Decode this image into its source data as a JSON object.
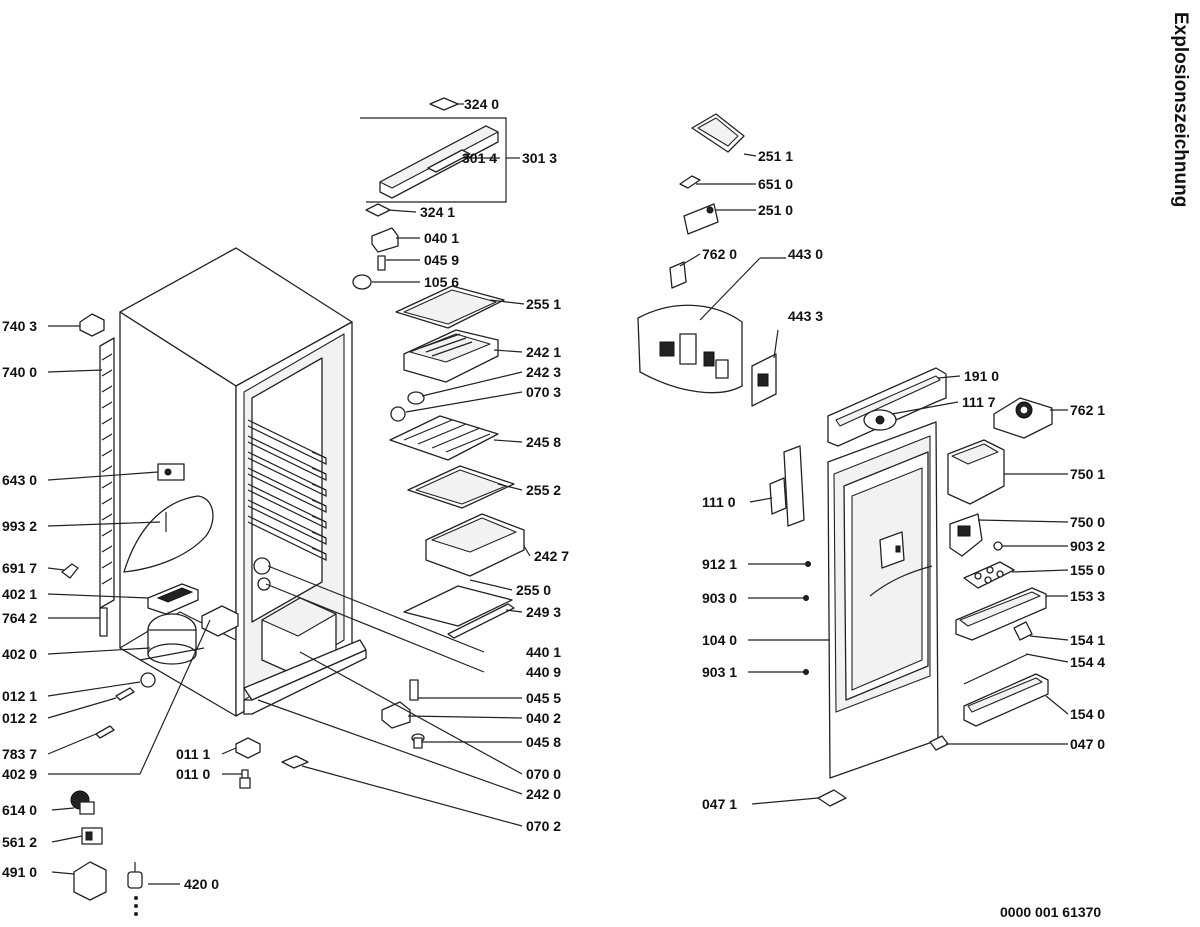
{
  "diagram": {
    "title": "Explosionszeichnung",
    "document_number": "0000 001 61370",
    "labels": [
      {
        "id": "p3240",
        "text": "324 0"
      },
      {
        "id": "p3014",
        "text": "301 4"
      },
      {
        "id": "p3013",
        "text": "301 3"
      },
      {
        "id": "p3241",
        "text": "324 1"
      },
      {
        "id": "p0401",
        "text": "040 1"
      },
      {
        "id": "p0459",
        "text": "045 9"
      },
      {
        "id": "p1056",
        "text": "105 6"
      },
      {
        "id": "p2551",
        "text": "255 1"
      },
      {
        "id": "p2421",
        "text": "242 1"
      },
      {
        "id": "p2423",
        "text": "242 3"
      },
      {
        "id": "p0703",
        "text": "070 3"
      },
      {
        "id": "p2458",
        "text": "245 8"
      },
      {
        "id": "p2552",
        "text": "255 2"
      },
      {
        "id": "p2427",
        "text": "242 7"
      },
      {
        "id": "p2550",
        "text": "255 0"
      },
      {
        "id": "p2493",
        "text": "249 3"
      },
      {
        "id": "p4401",
        "text": "440 1"
      },
      {
        "id": "p4409",
        "text": "440 9"
      },
      {
        "id": "p0455",
        "text": "045 5"
      },
      {
        "id": "p0402",
        "text": "040 2"
      },
      {
        "id": "p0458",
        "text": "045 8"
      },
      {
        "id": "p0700",
        "text": "070 0"
      },
      {
        "id": "p2420",
        "text": "242 0"
      },
      {
        "id": "p0702",
        "text": "070 2"
      },
      {
        "id": "p0111",
        "text": "011 1"
      },
      {
        "id": "p0110",
        "text": "011 0"
      },
      {
        "id": "p7403",
        "text": "740 3"
      },
      {
        "id": "p7400",
        "text": "740 0"
      },
      {
        "id": "p6430",
        "text": "643 0"
      },
      {
        "id": "p9932",
        "text": "993 2"
      },
      {
        "id": "p6917",
        "text": "691 7"
      },
      {
        "id": "p4021",
        "text": "402 1"
      },
      {
        "id": "p7642",
        "text": "764 2"
      },
      {
        "id": "p4020",
        "text": "402 0"
      },
      {
        "id": "p0121",
        "text": "012 1"
      },
      {
        "id": "p0122",
        "text": "012 2"
      },
      {
        "id": "p7837",
        "text": "783 7"
      },
      {
        "id": "p4029",
        "text": "402 9"
      },
      {
        "id": "p6140",
        "text": "614 0"
      },
      {
        "id": "p5612",
        "text": "561 2"
      },
      {
        "id": "p4910",
        "text": "491 0"
      },
      {
        "id": "p4200",
        "text": "420 0"
      },
      {
        "id": "p2511",
        "text": "251 1"
      },
      {
        "id": "p6510",
        "text": "651 0"
      },
      {
        "id": "p2510",
        "text": "251 0"
      },
      {
        "id": "p7620",
        "text": "762 0"
      },
      {
        "id": "p4430",
        "text": "443 0"
      },
      {
        "id": "p4433",
        "text": "443 3"
      },
      {
        "id": "p1910",
        "text": "191 0"
      },
      {
        "id": "p1117",
        "text": "111 7"
      },
      {
        "id": "p7621",
        "text": "762 1"
      },
      {
        "id": "p7501",
        "text": "750 1"
      },
      {
        "id": "p1110",
        "text": "111 0"
      },
      {
        "id": "p7500",
        "text": "750 0"
      },
      {
        "id": "p9121",
        "text": "912 1"
      },
      {
        "id": "p9032",
        "text": "903 2"
      },
      {
        "id": "p1550",
        "text": "155 0"
      },
      {
        "id": "p9030",
        "text": "903 0"
      },
      {
        "id": "p1533",
        "text": "153 3"
      },
      {
        "id": "p1541",
        "text": "154 1"
      },
      {
        "id": "p1040",
        "text": "104 0"
      },
      {
        "id": "p1544",
        "text": "154 4"
      },
      {
        "id": "p9031",
        "text": "903 1"
      },
      {
        "id": "p1540",
        "text": "154 0"
      },
      {
        "id": "p0470",
        "text": "047 0"
      },
      {
        "id": "p0471",
        "text": "047 1"
      }
    ]
  }
}
